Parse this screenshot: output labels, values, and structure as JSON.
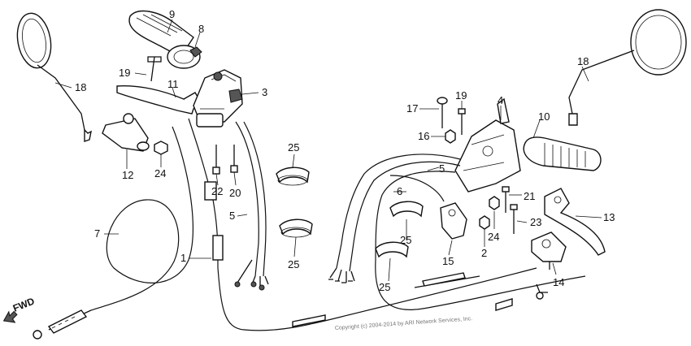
{
  "fwd_label": "FWD",
  "copyright": "Copyright (c) 2004-2014 by ARI Network Services, Inc.",
  "callouts": [
    {
      "id": "9",
      "text": "9"
    },
    {
      "id": "8",
      "text": "8"
    },
    {
      "id": "19a",
      "text": "19"
    },
    {
      "id": "11",
      "text": "11"
    },
    {
      "id": "3",
      "text": "3"
    },
    {
      "id": "18a",
      "text": "18"
    },
    {
      "id": "12",
      "text": "12"
    },
    {
      "id": "24a",
      "text": "24"
    },
    {
      "id": "22",
      "text": "22"
    },
    {
      "id": "20",
      "text": "20"
    },
    {
      "id": "5a",
      "text": "5"
    },
    {
      "id": "25a",
      "text": "25"
    },
    {
      "id": "25b",
      "text": "25"
    },
    {
      "id": "7",
      "text": "7"
    },
    {
      "id": "1",
      "text": "1"
    },
    {
      "id": "17",
      "text": "17"
    },
    {
      "id": "19b",
      "text": "19"
    },
    {
      "id": "4",
      "text": "4"
    },
    {
      "id": "16",
      "text": "16"
    },
    {
      "id": "10",
      "text": "10"
    },
    {
      "id": "18b",
      "text": "18"
    },
    {
      "id": "5b",
      "text": "5"
    },
    {
      "id": "6",
      "text": "6"
    },
    {
      "id": "21",
      "text": "21"
    },
    {
      "id": "13",
      "text": "13"
    },
    {
      "id": "24b",
      "text": "24"
    },
    {
      "id": "23",
      "text": "23"
    },
    {
      "id": "2",
      "text": "2"
    },
    {
      "id": "25c",
      "text": "25"
    },
    {
      "id": "15",
      "text": "15"
    },
    {
      "id": "14",
      "text": "14"
    },
    {
      "id": "25d",
      "text": "25"
    }
  ]
}
